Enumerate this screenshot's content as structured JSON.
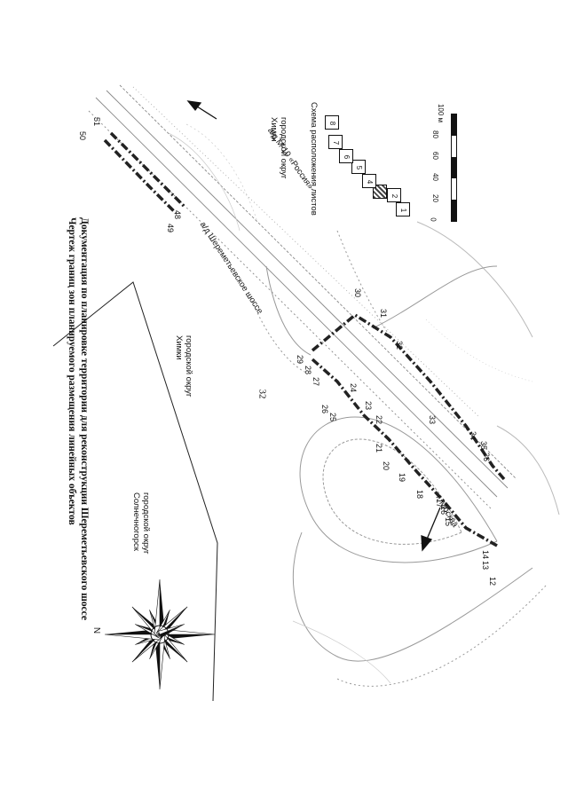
{
  "page": {
    "number": "32"
  },
  "title": {
    "line1": "Документация по планировке территории для реконструкции Шереметьевского шоссе",
    "line2": "Чертеж границ зон планируемого размещения линейных объектов"
  },
  "labels": {
    "district_solnechnogorsk": "городской округ Солнечногорск",
    "district_khimki_left": "городской округ Химки",
    "district_khimki_right": "городской округ Химки",
    "road_m10": "а/д М-10 «Россия»",
    "road_sheremetyevskoe": "а/д Шереметьевское шоссе",
    "city_moscow": "г. Москва"
  },
  "compass": {
    "north_label": "N"
  },
  "sheet_layout": {
    "title": "Схема расположения листов",
    "sheets": [
      "1",
      "2",
      "3",
      "4",
      "5",
      "6",
      "7",
      "8"
    ],
    "current_sheet": "3"
  },
  "scale_bar": {
    "ticks": [
      "0",
      "20",
      "40",
      "60",
      "80",
      "100 м"
    ]
  },
  "points": [
    "12",
    "13",
    "14",
    "15",
    "16",
    "17",
    "18",
    "19",
    "20",
    "21",
    "22",
    "23",
    "24",
    "25",
    "26",
    "27",
    "28",
    "29",
    "30",
    "31",
    "32",
    "33",
    "34",
    "35",
    "36",
    "48",
    "49",
    "50",
    "51"
  ]
}
